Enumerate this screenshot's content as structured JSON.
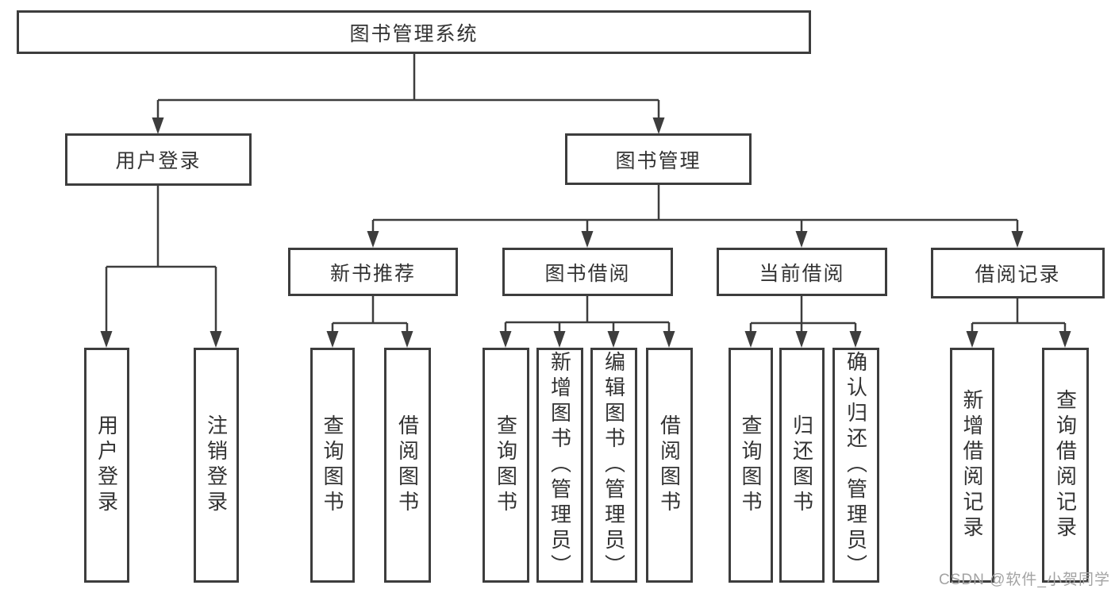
{
  "diagram_title": "图书管理系统",
  "watermark": "CSDN @软件_小贺同学",
  "colors": {
    "line": "#3d3d3d",
    "box_border": "#3d3d3d",
    "text": "#333333",
    "background": "#ffffff",
    "watermark_text": "#a3a3a3"
  },
  "tree": {
    "root": {
      "label": "图书管理系统",
      "children": [
        {
          "label": "用户登录",
          "children": [
            {
              "label": "用户登录"
            },
            {
              "label": "注销登录"
            }
          ]
        },
        {
          "label": "图书管理",
          "children": [
            {
              "label": "新书推荐",
              "children": [
                {
                  "label": "查询图书"
                },
                {
                  "label": "借阅图书"
                }
              ]
            },
            {
              "label": "图书借阅",
              "children": [
                {
                  "label": "查询图书"
                },
                {
                  "label": "新增图书（管理员）"
                },
                {
                  "label": "编辑图书（管理员）"
                },
                {
                  "label": "借阅图书"
                }
              ]
            },
            {
              "label": "当前借阅",
              "children": [
                {
                  "label": "查询图书"
                },
                {
                  "label": "归还图书"
                },
                {
                  "label": "确认归还（管理员）"
                }
              ]
            },
            {
              "label": "借阅记录",
              "children": [
                {
                  "label": "新增借阅记录"
                },
                {
                  "label": "查询借阅记录"
                }
              ]
            }
          ]
        }
      ]
    }
  }
}
